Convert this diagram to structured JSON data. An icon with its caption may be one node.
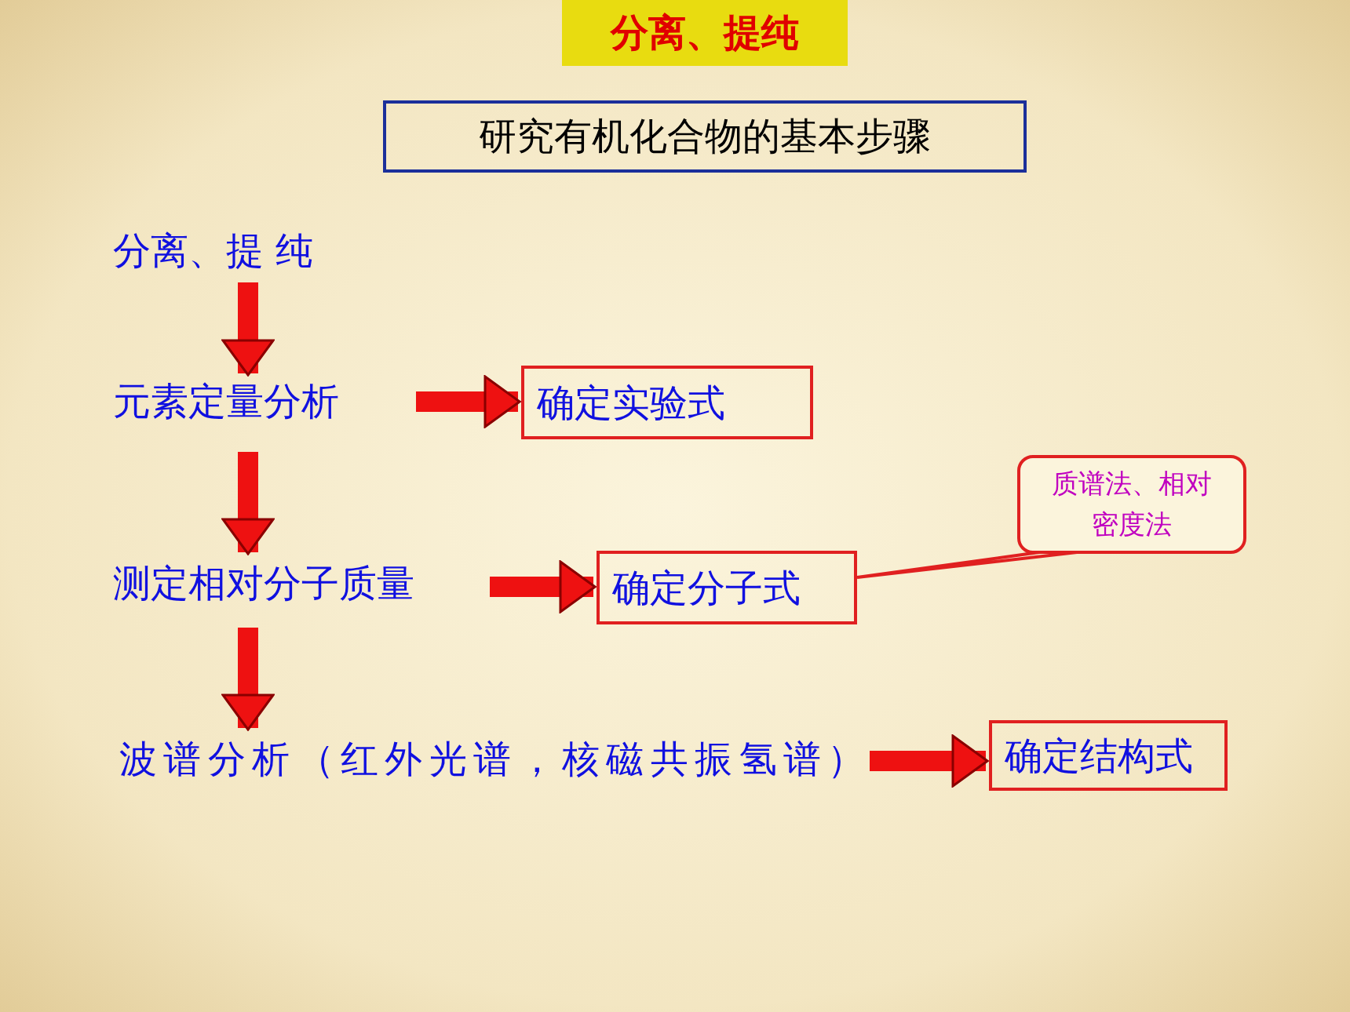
{
  "diagram": {
    "nodes": [
      {
        "text": [
          "分离、提纯"
        ]
      },
      {
        "text": [
          "研究有机化合物的基本步骤"
        ]
      },
      {
        "text": [
          "分离、提 纯"
        ]
      },
      {
        "text": [
          "元素定量分析"
        ]
      },
      {
        "text": [
          "确定实验式"
        ]
      },
      {
        "text": [
          "测定相对分子质量"
        ]
      },
      {
        "text": [
          "确定分子式"
        ]
      },
      {
        "text": [
          "波谱分析（红外光谱，核磁共振氢谱）"
        ]
      },
      {
        "text": [
          "确定结构式"
        ]
      },
      {
        "text": [
          "质谱法、相对密度法"
        ]
      }
    ],
    "edges": [
      {
        "from": 2,
        "to": 3,
        "arrow": "to"
      },
      {
        "from": 3,
        "to": 4,
        "arrow": "to"
      },
      {
        "from": 3,
        "to": 5,
        "arrow": "to"
      },
      {
        "from": 5,
        "to": 6,
        "arrow": "to"
      },
      {
        "from": 5,
        "to": 7,
        "arrow": "to"
      },
      {
        "from": 7,
        "to": 8,
        "arrow": "to"
      },
      {
        "from": 9,
        "to": 6,
        "arrow": "none"
      }
    ]
  }
}
